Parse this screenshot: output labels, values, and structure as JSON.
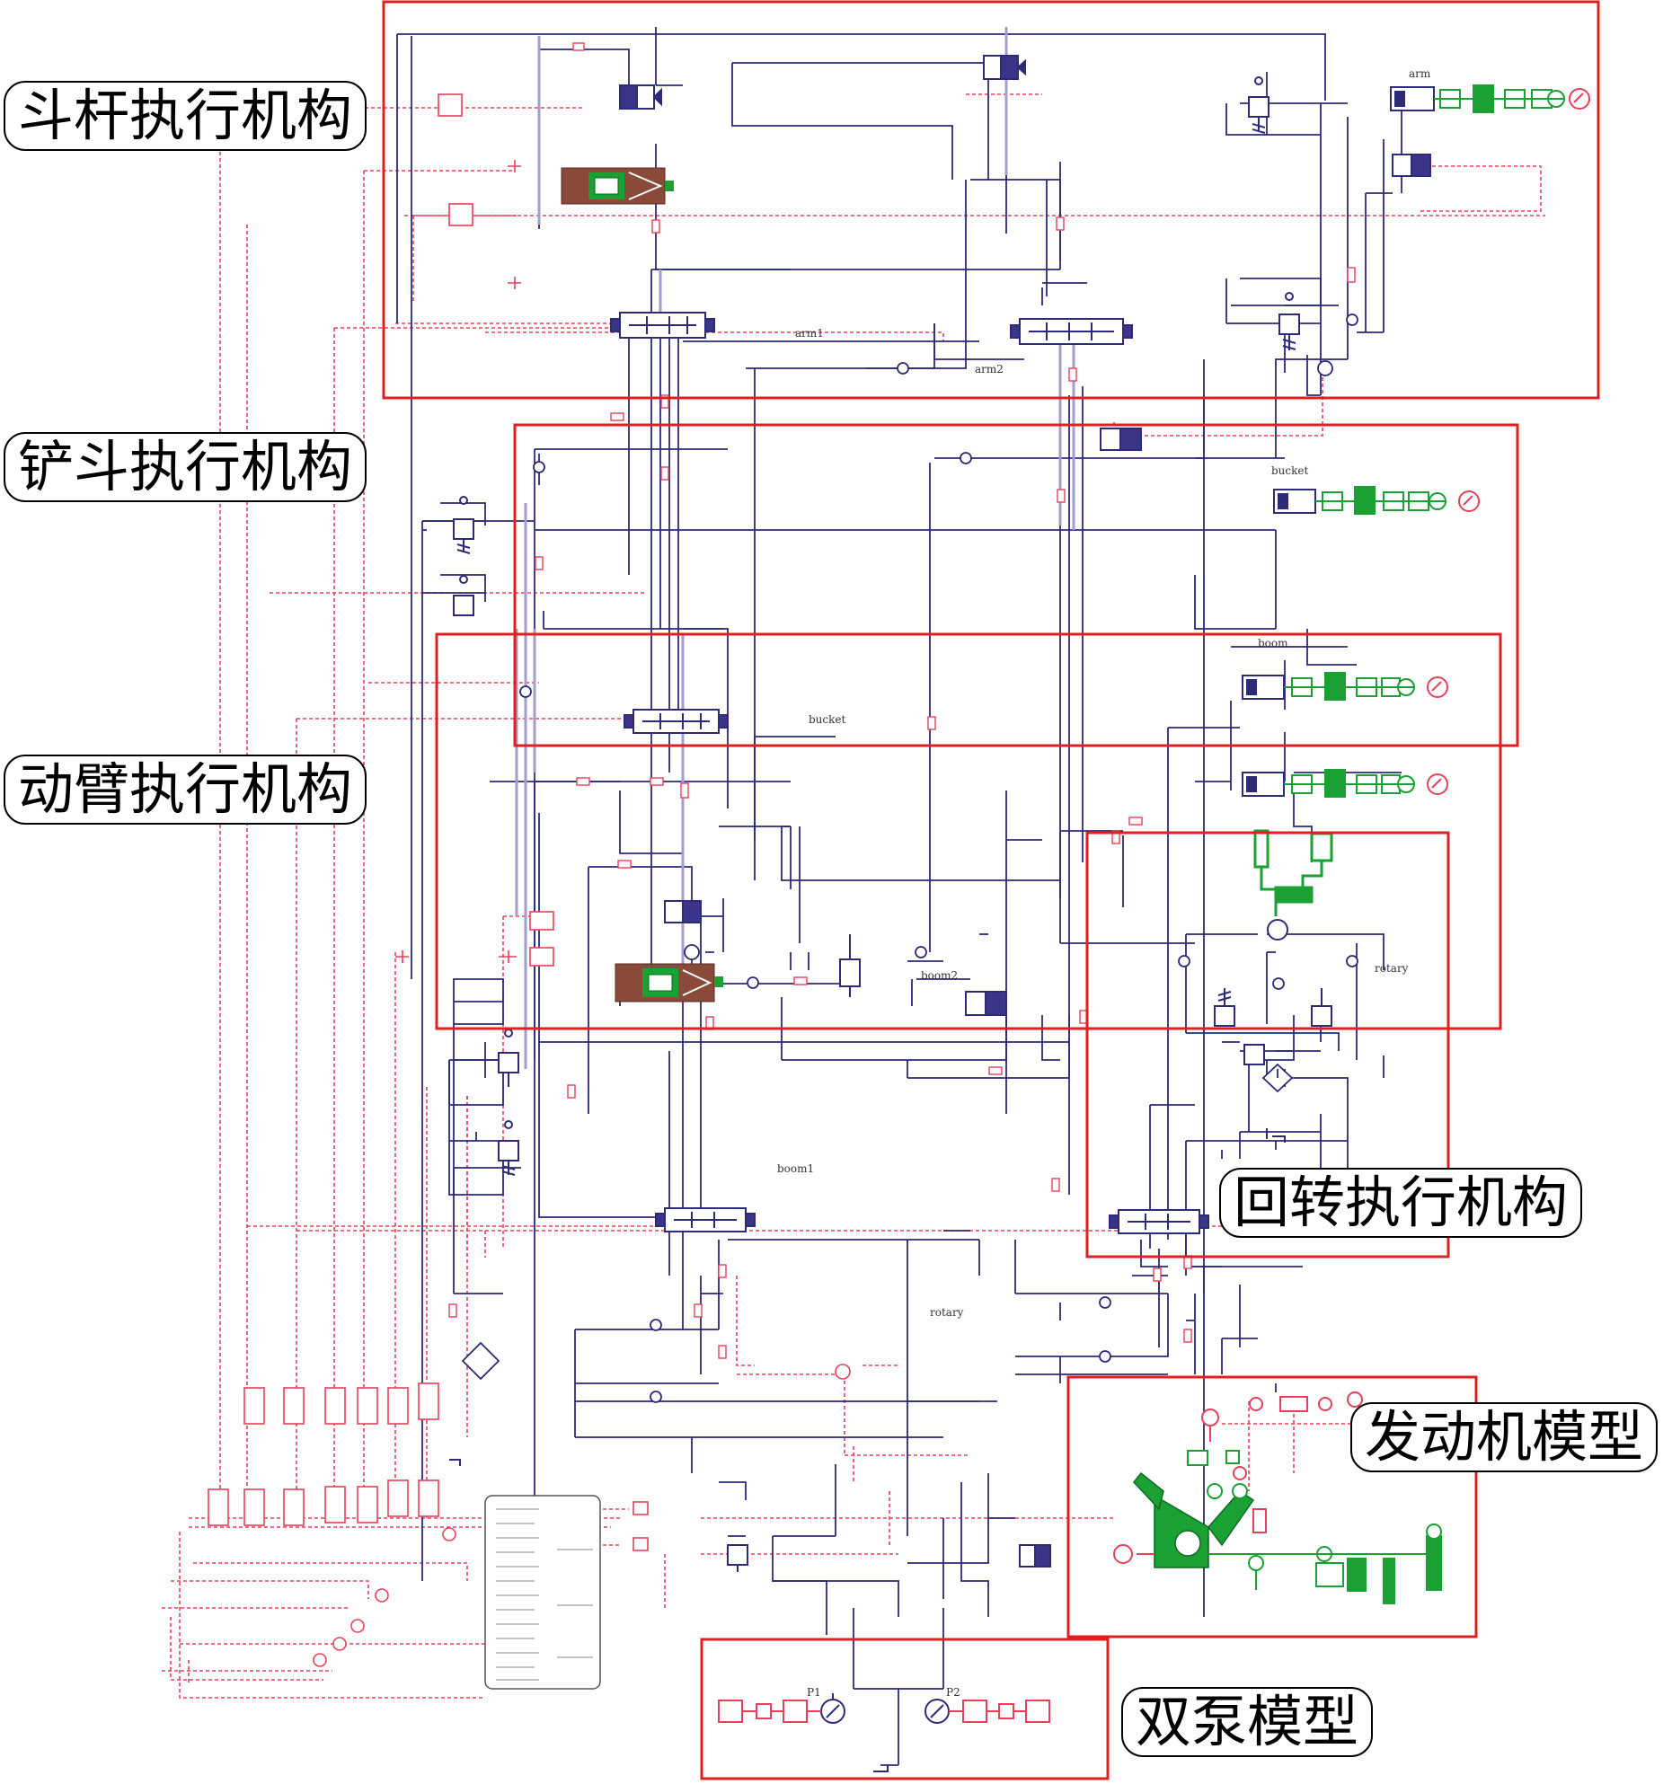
{
  "colors": {
    "frame": "#e02020",
    "hydraulic_line": "#2d2a78",
    "signal_line": "#e8405a",
    "mechanical": "#1aa033",
    "valve_brown": "#8a4a3a",
    "callout_border": "#000000"
  },
  "callouts": {
    "arm": "斗杆执行机构",
    "bucket": "铲斗执行机构",
    "boom": "动臂执行机构",
    "swing": "回转执行机构",
    "engine": "发动机模型",
    "pump": "双泵模型"
  },
  "sublabels": {
    "arm1": "arm1",
    "arm2": "arm2",
    "arm_cyl": "arm",
    "bucket_top": "bucket",
    "bucket_mid": "bucket",
    "boom_cyl": "boom",
    "boom1": "boom1",
    "boom2": "boom2",
    "rotary_right": "rotary",
    "rotary_center": "rotary",
    "p1": "P1",
    "p2": "P2"
  },
  "icons": [
    "directional-valve-icon",
    "relief-valve-icon",
    "check-valve-icon",
    "hydraulic-cylinder-icon",
    "mass-load-icon",
    "pump-icon",
    "engine-icon",
    "motor-icon",
    "filter-icon",
    "tank-icon",
    "signal-source-icon"
  ]
}
